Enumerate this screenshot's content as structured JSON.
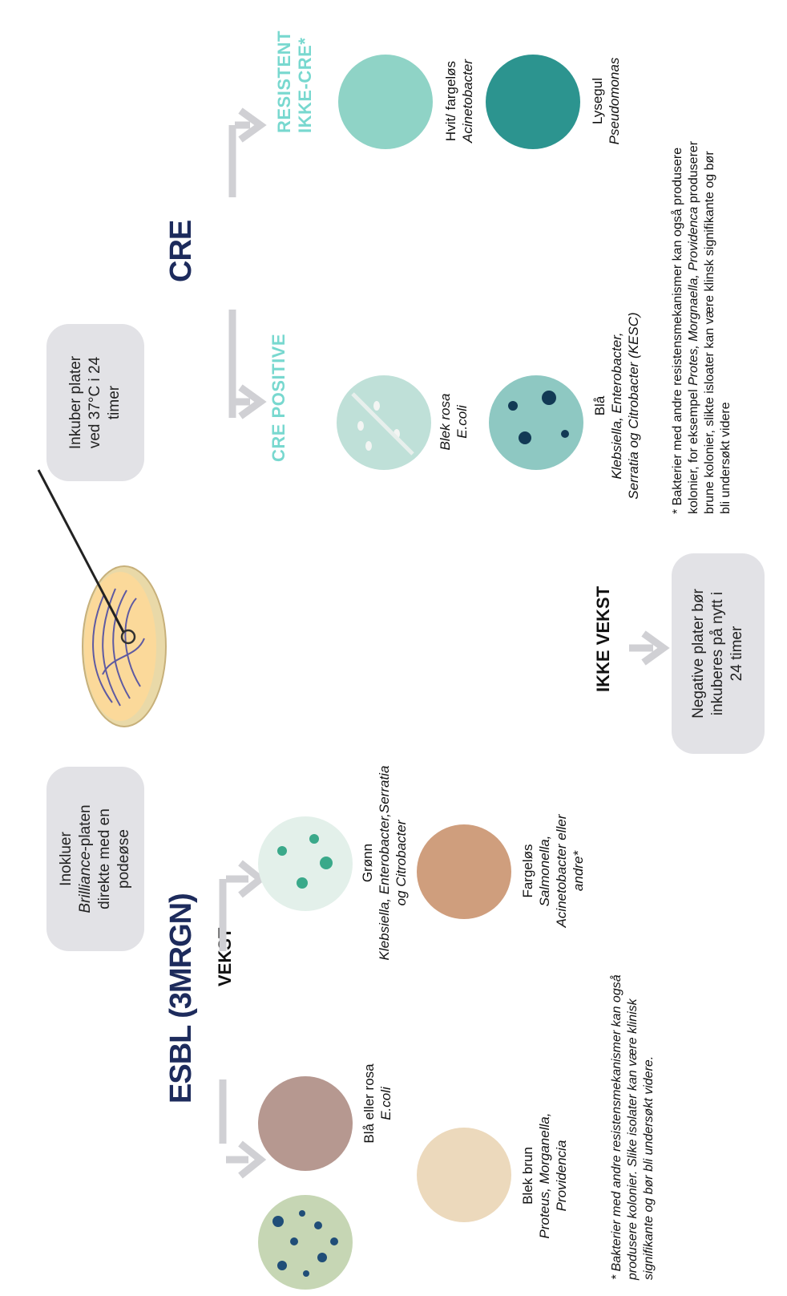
{
  "steps": {
    "inoculate_a": "Inokluer",
    "inoculate_b": "Brilliance",
    "inoculate_c": "-platen",
    "inoculate_d": "direkte med en",
    "inoculate_e": "podeøse",
    "incubate_a": "Inkuber plater",
    "incubate_b": "ved 37°C i 24",
    "incubate_c": "timer"
  },
  "esbl": {
    "title": "ESBL (3MRGN)",
    "growth": "VEKST",
    "plate1_a": "Blå eller rosa",
    "plate1_b": "E.coli",
    "plate2_a": "Grønn",
    "plate2_b": "Klebsiella, Enterobacter,Serratia",
    "plate2_c": "og Citrobacter",
    "plate3_a": "Blek brun",
    "plate3_b": "Proteus, Morganella,",
    "plate3_c": "Providencia",
    "plate4_a": "Fargeløs",
    "plate4_b": "Salmonella,",
    "plate4_c": "Acinetobacter eller",
    "plate4_d": "andre*",
    "note_1": "* Bakterier med andre resistensmekanismer kan også",
    "note_2": "produsere kolonier. Slike isolater kan være klinisk",
    "note_3": "signifikante og bør bli undersøkt videre."
  },
  "cre": {
    "title": "CRE",
    "positive": "CRE POSITIVE",
    "resistant_a": "RESISTENT",
    "resistant_b": "IKKE-CRE*",
    "plate1_a": "Blek rosa",
    "plate1_b": "E.coli",
    "plate2_a": "Blå",
    "plate2_b": "Klebsiella, Enterobacter,",
    "plate2_c": "Serratia og Citrobacter (KESC)",
    "plate3_a": "Hvit/ fargeløs",
    "plate3_b": "Acinetobacter",
    "plate4_a": "Lysegul",
    "plate4_b": "Pseudomonas",
    "note_1": "* Bakterier med andre resistensmekanismer kan også produsere",
    "note_2a": "kolonier, for eksempel ",
    "note_2b": "Protes, Morgnaella, Providenca",
    "note_2c": " produserer",
    "note_3": "brune kolonier, slikte isloater kan være klinsk signifikante og bør",
    "note_4": "bli undersøkt videre"
  },
  "nogrowth": {
    "title": "IKKE VEKST",
    "box_a": "Negative plater bør",
    "box_b": "inkuberes på nytt i",
    "box_c": "24 timer"
  },
  "colors": {
    "navy": "#1d2b5c",
    "teal": "#78d8cf",
    "box_bg": "#e2e2e6",
    "arrow": "#d0d0d4"
  }
}
